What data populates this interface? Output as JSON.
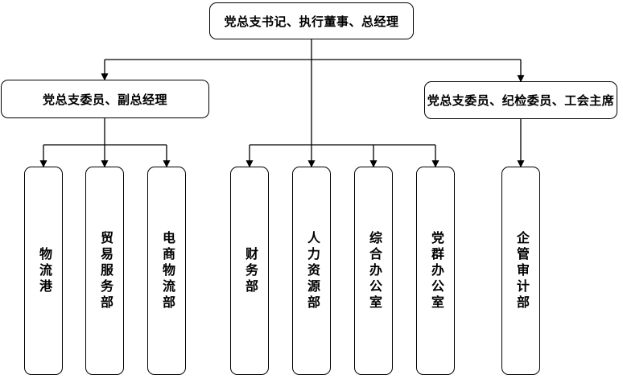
{
  "org": {
    "root": {
      "label": "党总支书记、执行董事、总经理"
    },
    "level2_left": {
      "label": "党总支委员、副总经理"
    },
    "level2_right": {
      "label": "党总支委员、纪检委员、工会主席"
    },
    "departments": [
      {
        "label": "物流港"
      },
      {
        "label": "贸易服务部"
      },
      {
        "label": "电商物流部"
      },
      {
        "label": "财务部"
      },
      {
        "label": "人力资源部"
      },
      {
        "label": "综合办公室"
      },
      {
        "label": "党群办公室"
      },
      {
        "label": "企管审计部"
      }
    ]
  },
  "colors": {
    "line": "#000000",
    "border": "#000000",
    "fill": "#ffffff",
    "text": "#000000",
    "background": "#ffffff"
  }
}
